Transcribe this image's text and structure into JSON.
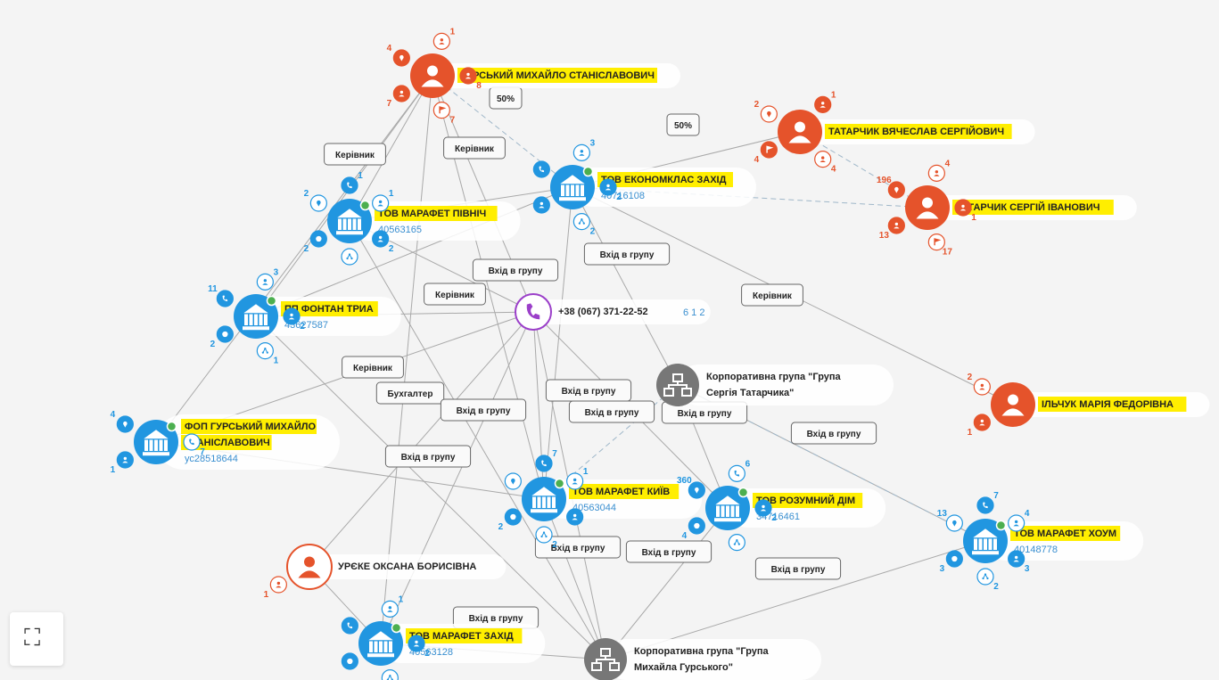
{
  "colors": {
    "company": "#2196e0",
    "person": "#e5532b",
    "group": "#777777",
    "phone": "#9b3fc9",
    "highlight": "#ffee00",
    "edge": "#a9a9a9"
  },
  "nodes": [
    {
      "id": "gursky",
      "type": "person",
      "name": "ГУРСЬКИЙ МИХАЙЛО СТАНІСЛАВОВИЧ",
      "highlight": true,
      "sats": [
        {
          "icon": "user-icon",
          "count": "7"
        },
        {
          "icon": "flag-icon",
          "count": "7"
        },
        {
          "icon": "users-icon",
          "count": "8"
        },
        {
          "icon": "user-icon",
          "count": "1"
        },
        {
          "icon": "pin-icon",
          "count": "4"
        }
      ]
    },
    {
      "id": "tatarchuk_v",
      "type": "person",
      "name": "ТАТАРЧИК ВЯЧЕСЛАВ СЕРГІЙОВИЧ",
      "highlight": true,
      "sats": [
        {
          "icon": "flag-icon",
          "count": "4"
        },
        {
          "icon": "user-icon",
          "count": "4"
        },
        {
          "icon": "users-icon",
          "count": "1"
        },
        {
          "icon": "pin-icon",
          "count": "2"
        }
      ]
    },
    {
      "id": "tatarchuk_s",
      "type": "person",
      "name": "ТАТАРЧИК СЕРГІЙ ІВАНОВИЧ",
      "highlight": true,
      "sats": [
        {
          "icon": "user-icon",
          "count": "13"
        },
        {
          "icon": "flag-icon",
          "count": "17"
        },
        {
          "icon": "users-icon",
          "count": "1"
        },
        {
          "icon": "user-icon",
          "count": "4"
        },
        {
          "icon": "pin-icon",
          "count": "196"
        }
      ]
    },
    {
      "id": "ilchuk",
      "type": "person",
      "name": "ІЛЬЧУК МАРІЯ ФЕДОРІВНА",
      "highlight": true,
      "sats": [
        {
          "icon": "users-icon",
          "count": "1"
        },
        {
          "icon": "user-icon",
          "count": "2"
        }
      ]
    },
    {
      "id": "urekye",
      "type": "person-outline",
      "name": "УРЄКЕ ОКСАНА БОРИСІВНА",
      "highlight": false,
      "sats": [
        {
          "icon": "users-icon",
          "count": "1"
        }
      ]
    },
    {
      "id": "ekonomklas",
      "type": "company",
      "name": "ТОВ ЕКОНОМКЛАС ЗАХІД",
      "code": "40716108",
      "highlight": true,
      "sats": [
        {
          "icon": "user-icon",
          "count": ""
        },
        {
          "icon": "share-icon",
          "count": "2"
        },
        {
          "icon": "user-icon",
          "count": "2"
        },
        {
          "icon": "users-icon",
          "count": "3"
        },
        {
          "icon": "phone-icon",
          "count": ""
        }
      ]
    },
    {
      "id": "marafet_pivnich",
      "type": "company",
      "name": "ТОВ МАРАФЕТ ПІВНІЧ",
      "code": "40563165",
      "highlight": true,
      "sats": [
        {
          "icon": "pie-icon",
          "count": "2"
        },
        {
          "icon": "share-icon",
          "count": ""
        },
        {
          "icon": "user-icon",
          "count": "2"
        },
        {
          "icon": "users-icon",
          "count": "1"
        },
        {
          "icon": "phone-icon",
          "count": "1"
        },
        {
          "icon": "pin-icon",
          "count": "2"
        }
      ]
    },
    {
      "id": "fontan",
      "type": "company",
      "name": "ПП ФОНТАН ТРИА",
      "code": "43627587",
      "highlight": true,
      "sats": [
        {
          "icon": "pie-icon",
          "count": "2"
        },
        {
          "icon": "share-icon",
          "count": "1"
        },
        {
          "icon": "user-icon",
          "count": "2"
        },
        {
          "icon": "user-icon",
          "count": "3"
        },
        {
          "icon": "phone-icon",
          "count": "11"
        }
      ]
    },
    {
      "id": "fop_gursky",
      "type": "company",
      "name": "ФОП ГУРСЬКИЙ МИХАЙЛО СТАНІСЛАВОВИЧ",
      "code": "ус28518644",
      "highlight": true,
      "sats": [
        {
          "icon": "users-icon",
          "count": "1"
        },
        {
          "icon": "phone-icon",
          "count": "7"
        },
        {
          "icon": "pin-icon",
          "count": "4"
        }
      ]
    },
    {
      "id": "marafet_kyiv",
      "type": "company",
      "name": "ТОВ МАРАФЕТ КИЇВ",
      "code": "40563044",
      "highlight": true,
      "sats": [
        {
          "icon": "pie-icon",
          "count": "2"
        },
        {
          "icon": "share-icon",
          "count": "2"
        },
        {
          "icon": "user-icon",
          "count": ""
        },
        {
          "icon": "users-icon",
          "count": "1"
        },
        {
          "icon": "phone-icon",
          "count": "7"
        },
        {
          "icon": "pin-icon",
          "count": ""
        }
      ]
    },
    {
      "id": "rozumny",
      "type": "company",
      "name": "ТОВ РОЗУМНИЙ ДІМ",
      "code": "34716461",
      "highlight": true,
      "sats": [
        {
          "icon": "pie-icon",
          "count": "4"
        },
        {
          "icon": "share-icon",
          "count": ""
        },
        {
          "icon": "users-icon",
          "count": "2"
        },
        {
          "icon": "phone-icon",
          "count": "6"
        },
        {
          "icon": "pin-icon",
          "count": "360"
        }
      ]
    },
    {
      "id": "marafet_houm",
      "type": "company",
      "name": "ТОВ МАРАФЕТ ХОУМ",
      "code": "40148778",
      "highlight": true,
      "sats": [
        {
          "icon": "pie-icon",
          "count": "3"
        },
        {
          "icon": "share-icon",
          "count": "2"
        },
        {
          "icon": "user-icon",
          "count": "3"
        },
        {
          "icon": "users-icon",
          "count": "4"
        },
        {
          "icon": "phone-icon",
          "count": "7"
        },
        {
          "icon": "pin-icon",
          "count": "13"
        }
      ]
    },
    {
      "id": "marafet_zakhid",
      "type": "company",
      "name": "ТОВ МАРАФЕТ ЗАХІД",
      "code": "40563128",
      "highlight": true,
      "sats": [
        {
          "icon": "pie-icon",
          "count": ""
        },
        {
          "icon": "share-icon",
          "count": ""
        },
        {
          "icon": "user-icon",
          "count": "2"
        },
        {
          "icon": "users-icon",
          "count": "1"
        },
        {
          "icon": "phone-icon",
          "count": ""
        }
      ]
    },
    {
      "id": "phone",
      "type": "phone",
      "name": "+38 (067) 371-22-52",
      "extra": "6 1 2",
      "highlight": false,
      "sats": []
    },
    {
      "id": "group_tatarchuk",
      "type": "group",
      "name": "Корпоративна група \"Група Сергія Татарчика\"",
      "highlight": false,
      "sats": []
    },
    {
      "id": "group_gursky",
      "type": "group",
      "name": "Корпоративна група \"Група Михайла Гурського\"",
      "highlight": false,
      "sats": []
    }
  ],
  "edge_labels": [
    "50%",
    "50%",
    "Керівник",
    "Керівник",
    "Керівник",
    "Керівник",
    "Керівник",
    "Бухгалтер",
    "Вхід в групу",
    "Вхід в групу",
    "Вхід в групу",
    "Вхід в групу",
    "Вхід в групу",
    "Вхід в групу",
    "Вхід в групу",
    "Вхід в групу",
    "Вхід в групу",
    "Вхід в групу",
    "Вхід в групу",
    "Вхід в групу"
  ],
  "expand_button": "⛶"
}
